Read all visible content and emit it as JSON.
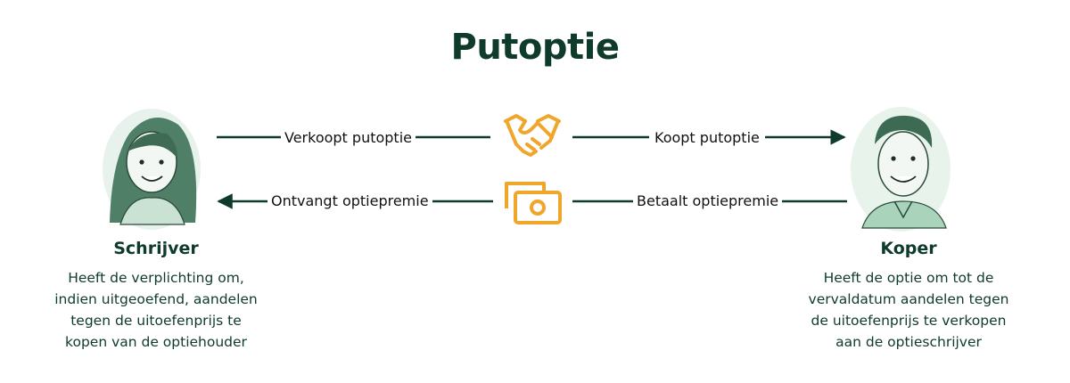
{
  "title": "Putoptie",
  "writer": {
    "name": "Schrijver",
    "description_lines": [
      "Heeft de verplichting om,",
      "indien uitgeoefend, aandelen",
      "tegen de uitoefenprijs te",
      "kopen van de optiehouder"
    ]
  },
  "buyer": {
    "name": "Koper",
    "description_lines": [
      "Heeft de optie om tot de",
      "vervaldatum aandelen tegen",
      "de uitoefenprijs te verkopen",
      "aan de optieschrijver"
    ]
  },
  "flows": {
    "sells": "Verkoopt putoptie",
    "buys": "Koopt putoptie",
    "receives": "Ontvangt optiepremie",
    "pays": "Betaalt optiepremie"
  },
  "icons": {
    "handshake": "handshake-icon",
    "money": "money-icon"
  },
  "colors": {
    "title": "#0f3b2b",
    "accent": "#f0a52b",
    "avatar_tint": "#9fd2b5"
  }
}
